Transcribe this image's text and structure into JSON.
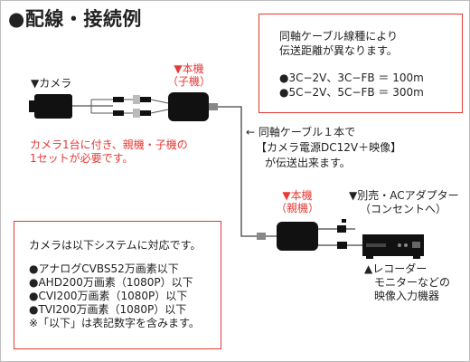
{
  "title": "●配線・接続例",
  "colors": {
    "accent_red": "#e53935",
    "text": "#222222",
    "device": "#111111",
    "cable": "#555555"
  },
  "top_note": {
    "line1": "同軸ケーブル線種により",
    "line2": "伝送距離が異なります。",
    "line3": "●3C−2V、3C−FB ＝ 100m",
    "line4": "●5C−2V、5C−FB ＝ 300m"
  },
  "camera_label": "▼カメラ",
  "child_unit": {
    "line1": "▼本機",
    "line2": "（子機）"
  },
  "camera_note": {
    "line1": "カメラ1台に付き、親機・子機の",
    "line2": "1セットが必要です。"
  },
  "cable_note": {
    "line1": "← 同軸ケーブル１本で",
    "line2": "【カメラ電源DC12V＋映像】",
    "line3": "が伝送出来ます。"
  },
  "parent_unit": {
    "line1": "▼本機",
    "line2": "（親機）"
  },
  "adapter_label": {
    "line1": "▼別売・ACアダプター",
    "line2": "（コンセントへ）"
  },
  "recorder_label": {
    "line1": "▲レコーダー",
    "line2": "モニターなどの",
    "line3": "映像入力機器"
  },
  "bottom_note": {
    "line1": "カメラは以下システムに対応です。",
    "line2": "●アナログCVBS52万画素以下",
    "line3": "●AHD200万画素（1080P）以下",
    "line4": "●CVI200万画素（1080P）以下",
    "line5": "●TVI200万画素（1080P）以下",
    "line6": "※「以下」は表記数字を含みます。"
  }
}
